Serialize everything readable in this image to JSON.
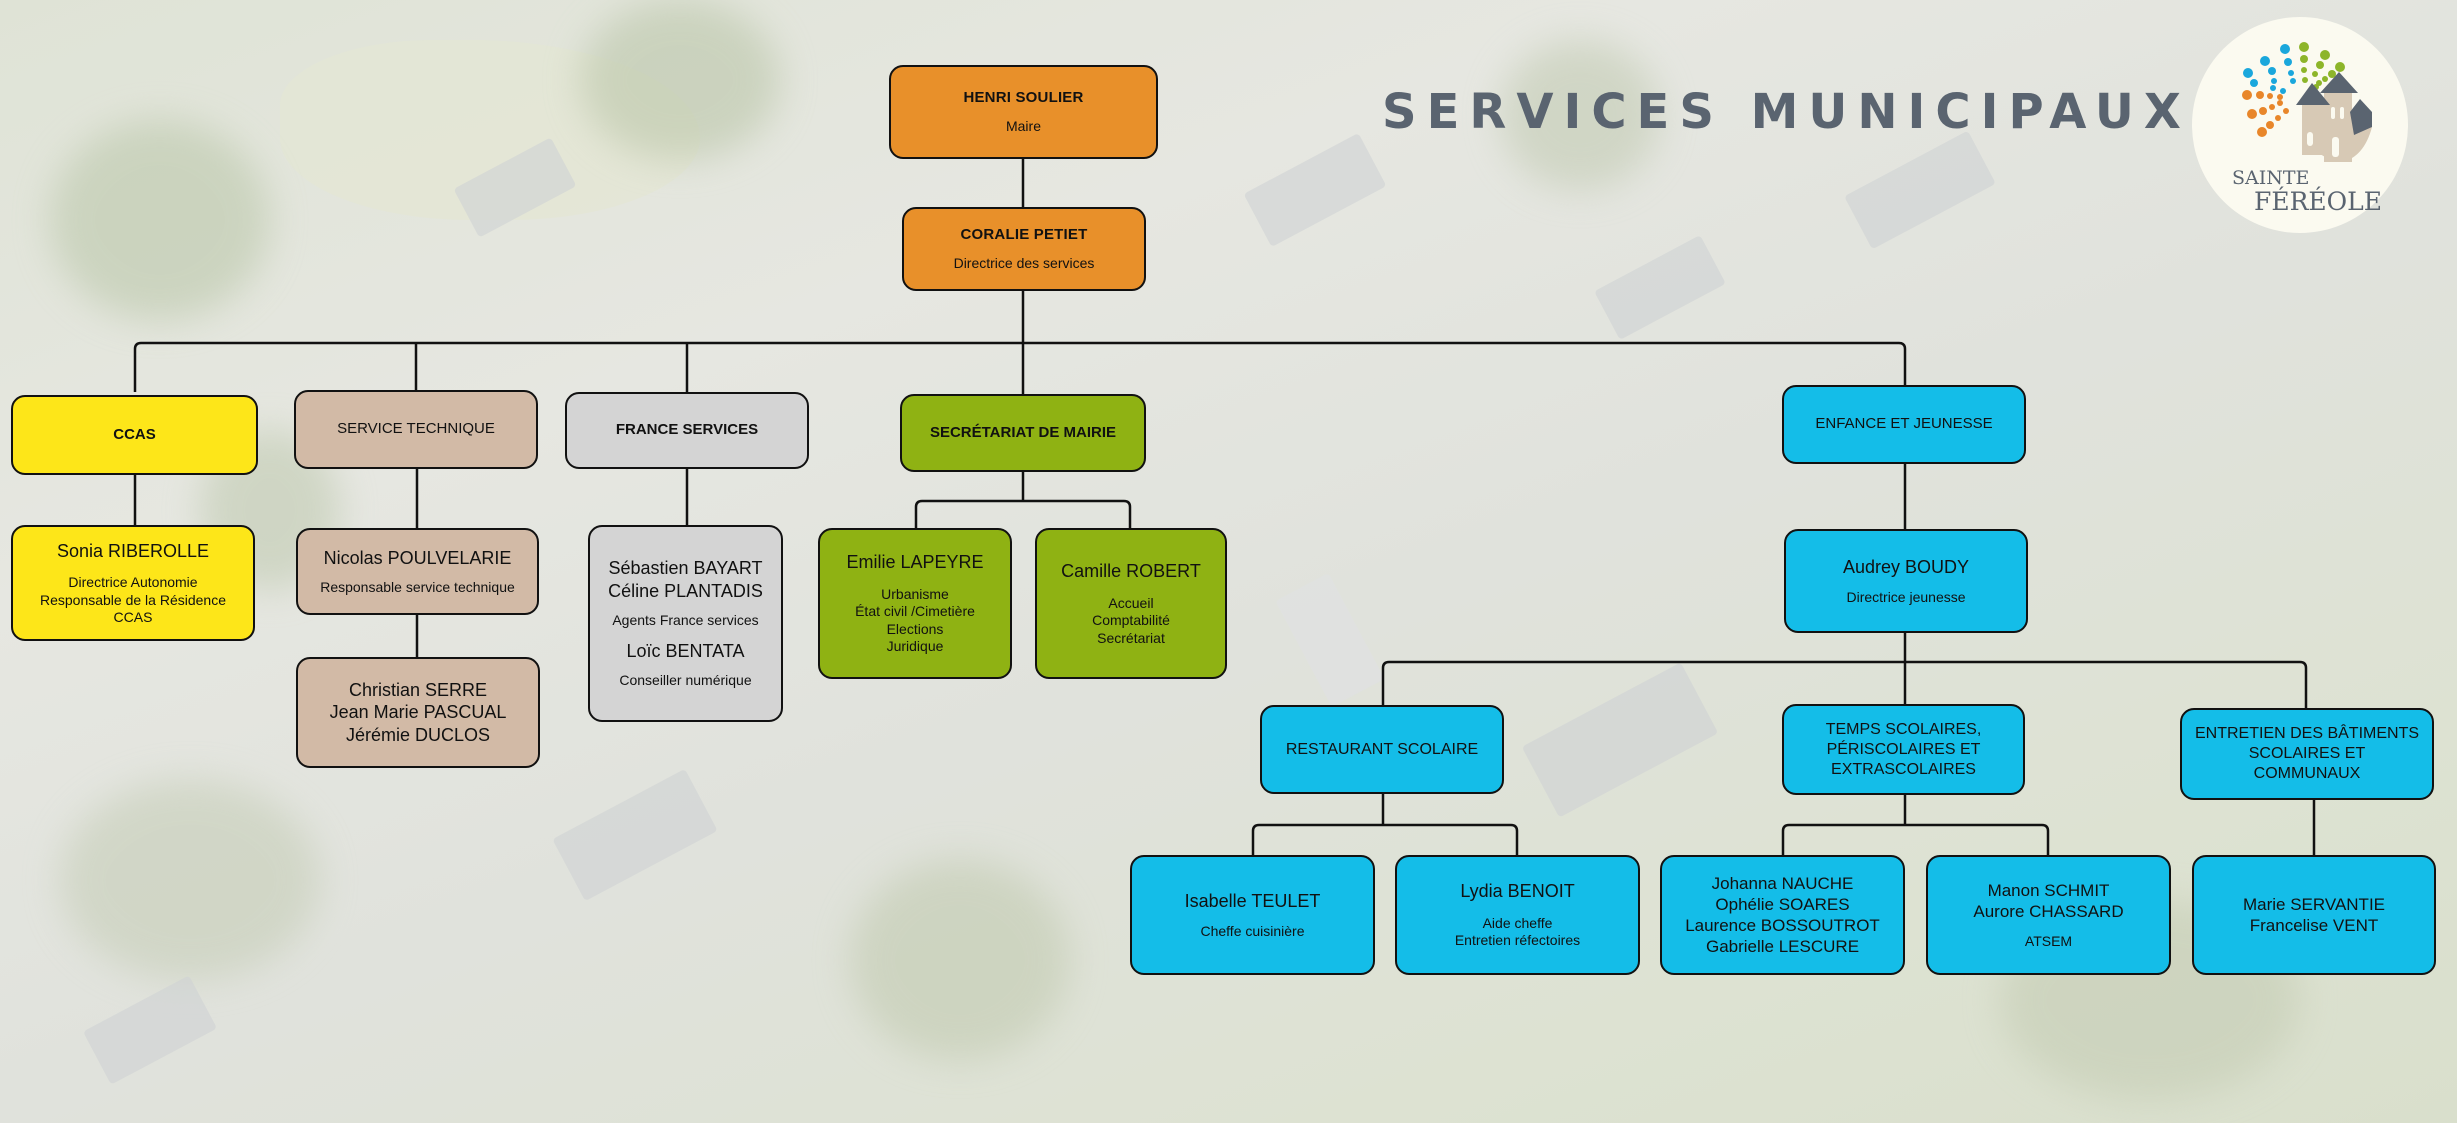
{
  "title": "SERVICES MUNICIPAUX",
  "logo": {
    "line1": "SAINTE",
    "line2": "FÉRÉOLE"
  },
  "colors": {
    "direction": "#E8902A",
    "ccas": "#FDE619",
    "technique": "#D2BAA6",
    "france_services": "#D4D4D4",
    "secretariat": "#8FB213",
    "enfance": "#14BDE8",
    "title": "#5A6470",
    "line": "#111111"
  },
  "direction": {
    "maire": {
      "name": "HENRI SOULIER",
      "role": "Maire"
    },
    "dgs": {
      "name": "CORALIE PETIET",
      "role": "Directrice des services"
    }
  },
  "services": {
    "ccas": {
      "label": "CCAS",
      "staff": {
        "name": "Sonia RIBEROLLE",
        "roles": [
          "Directrice Autonomie",
          "Responsable de la Résidence",
          "CCAS"
        ]
      }
    },
    "technique": {
      "label": "SERVICE TECHNIQUE",
      "head": {
        "name": "Nicolas POULVELARIE",
        "role": "Responsable service technique"
      },
      "agents": [
        "Christian SERRE",
        "Jean Marie PASCUAL",
        "Jérémie DUCLOS"
      ]
    },
    "france_services": {
      "label": "FRANCE SERVICES",
      "agents": [
        "Sébastien BAYART",
        "Céline PLANTADIS"
      ],
      "agents_role": "Agents France services",
      "conseiller": "Loïc BENTATA",
      "conseiller_role": "Conseiller numérique"
    },
    "secretariat": {
      "label": "SECRÉTARIAT DE MAIRIE",
      "staff": [
        {
          "name": "Emilie LAPEYRE",
          "roles": [
            "Urbanisme",
            "État civil /Cimetière",
            "Elections",
            "Juridique"
          ]
        },
        {
          "name": "Camille ROBERT",
          "roles": [
            "Accueil",
            "Comptabilité",
            "Secrétariat"
          ]
        }
      ]
    },
    "enfance": {
      "label": "ENFANCE ET JEUNESSE",
      "head": {
        "name": "Audrey BOUDY",
        "role": "Directrice jeunesse"
      },
      "units": {
        "restaurant": {
          "label": "RESTAURANT SCOLAIRE",
          "staff": [
            {
              "names": [
                "Isabelle TEULET"
              ],
              "roles": [
                "Cheffe cuisinière"
              ]
            },
            {
              "names": [
                "Lydia BENOIT"
              ],
              "roles": [
                "Aide cheffe",
                "Entretien réfectoires"
              ]
            }
          ]
        },
        "temps": {
          "label_lines": [
            "TEMPS SCOLAIRES,",
            "PÉRISCOLAIRES ET",
            "EXTRASCOLAIRES"
          ],
          "staff": [
            {
              "names": [
                "Johanna NAUCHE",
                "Ophélie SOARES",
                "Laurence BOSSOUTROT",
                "Gabrielle LESCURE"
              ],
              "roles": []
            },
            {
              "names": [
                "Manon SCHMIT",
                "Aurore CHASSARD"
              ],
              "roles": [
                "ATSEM"
              ]
            }
          ]
        },
        "entretien": {
          "label_lines": [
            "ENTRETIEN DES BÂTIMENTS",
            "SCOLAIRES ET",
            "COMMUNAUX"
          ],
          "staff": [
            {
              "names": [
                "Marie SERVANTIE",
                "Francelise VENT"
              ],
              "roles": []
            }
          ]
        }
      }
    }
  }
}
